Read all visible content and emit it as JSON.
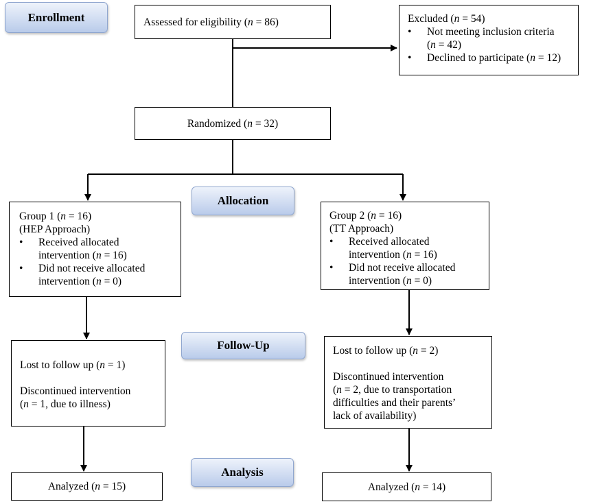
{
  "stages": {
    "enrollment": "Enrollment",
    "allocation": "Allocation",
    "follow_up": "Follow-Up",
    "analysis": "Analysis"
  },
  "assessed": {
    "prefix": "Assessed for eligibility (",
    "n": "n",
    "suffix": " = 86)"
  },
  "excluded": {
    "title_prefix": "Excluded (",
    "n": "n",
    "title_suffix": " = 54)",
    "item1_line1": "Not meeting inclusion criteria",
    "item1_line2_prefix": "(",
    "item1_line2_suffix": " = 42)",
    "item2_prefix": "Declined to participate (",
    "item2_suffix": " = 12)"
  },
  "randomized": {
    "prefix": "Randomized (",
    "n": "n",
    "suffix": " = 32)"
  },
  "group1": {
    "title_prefix": "Group 1 (",
    "n": "n",
    "title_suffix": " = 16)",
    "approach": "(HEP Approach)",
    "item1_line1": "Received allocated",
    "item1_line2_prefix": "intervention (",
    "item1_line2_suffix": " = 16)",
    "item2_line1": "Did not receive allocated",
    "item2_line2_prefix": "intervention (",
    "item2_line2_suffix": " = 0)"
  },
  "group2": {
    "title_prefix": "Group 2 (",
    "n": "n",
    "title_suffix": " = 16)",
    "approach": "(TT Approach)",
    "item1_line1": "Received allocated",
    "item1_line2_prefix": "intervention (",
    "item1_line2_suffix": " = 16)",
    "item2_line1": "Did not receive allocated",
    "item2_line2_prefix": "intervention (",
    "item2_line2_suffix": " = 0)"
  },
  "followup1": {
    "lost_prefix": "Lost to follow up (",
    "n": "n",
    "lost_suffix": " = 1)",
    "disc_line1": "Discontinued intervention",
    "disc_line2_prefix": "(",
    "disc_line2_suffix": " = 1, due to illness)"
  },
  "followup2": {
    "lost_prefix": "Lost to follow up (",
    "n": "n",
    "lost_suffix": " = 2)",
    "disc_line1": "Discontinued intervention",
    "disc_line2_prefix": "(",
    "disc_line2_suffix": " = 2, due to transportation",
    "disc_line3": "difficulties and their parents’",
    "disc_line4": "lack of availability)"
  },
  "analyzed1": {
    "prefix": "Analyzed (",
    "n": "n",
    "suffix": " = 15)"
  },
  "analyzed2": {
    "prefix": "Analyzed (",
    "n": "n",
    "suffix": " = 14)"
  }
}
